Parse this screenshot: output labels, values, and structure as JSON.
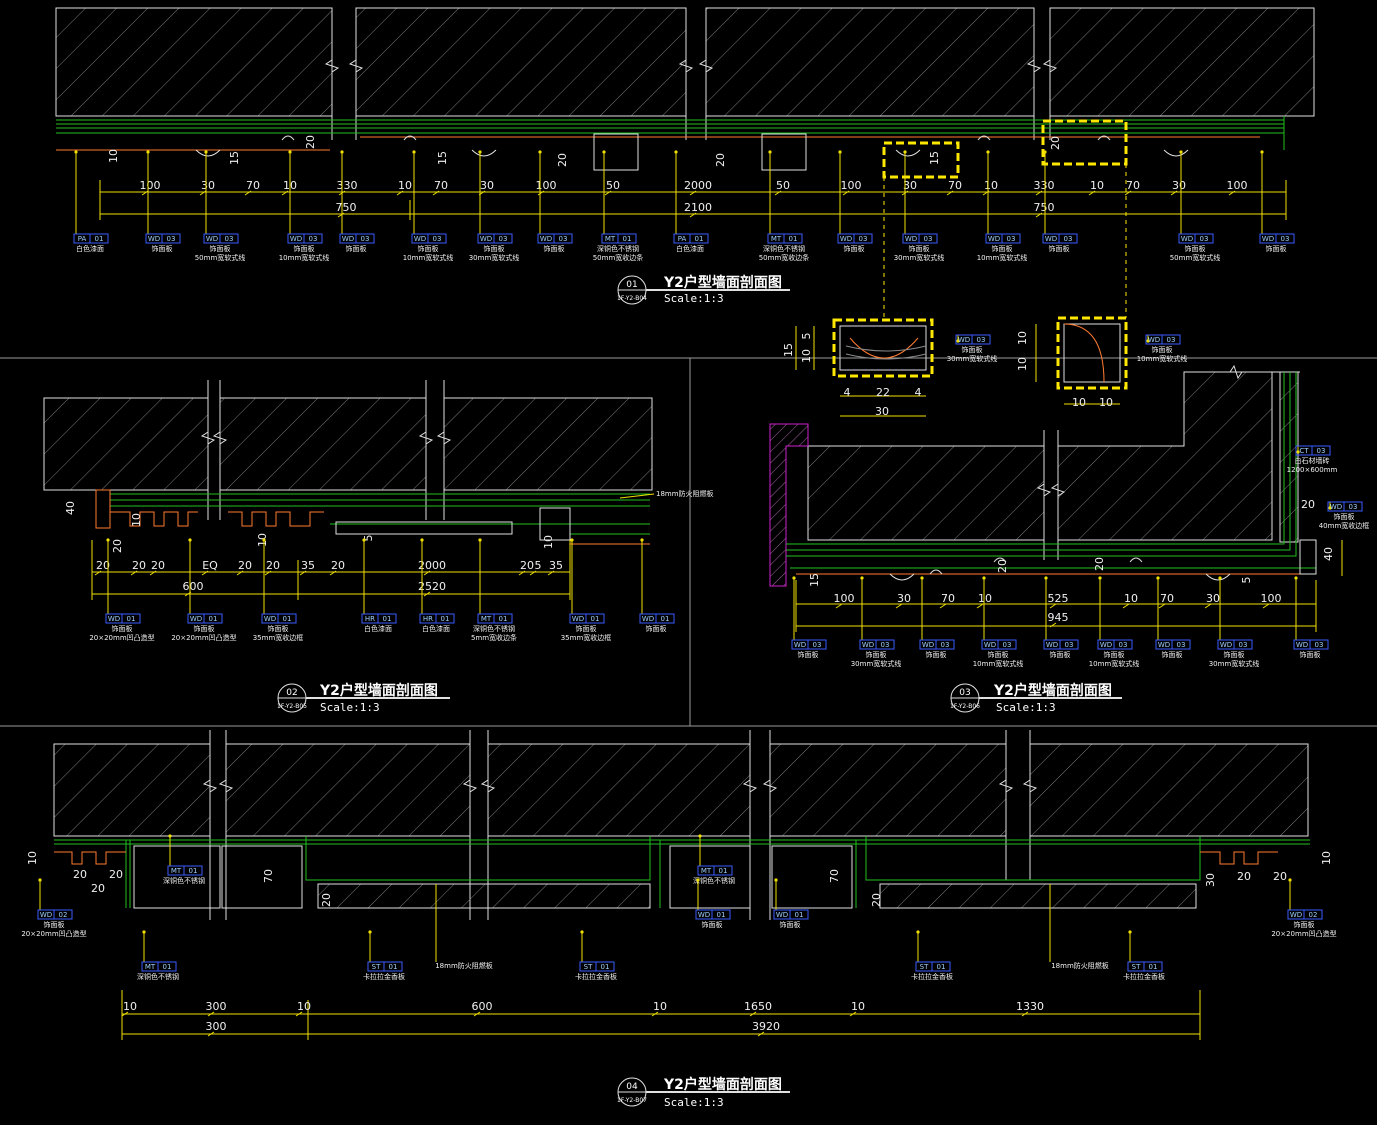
{
  "colors": {
    "background": "#000000",
    "dimension": "#f0e000",
    "text": "#f0f0f0",
    "green": "#20c020",
    "tag": "#3a5cff",
    "highlight": "#ffe800",
    "magenta": "#d020d0",
    "wall": "#d0d0d0",
    "hatch": "#8a8a8a"
  },
  "section1": {
    "title": "Y2户型墙面剖面图",
    "number": "01",
    "ref": "1F-Y2-B04",
    "scale": "Scale:1:3",
    "dims_row1": [
      "100",
      "30",
      "70",
      "10",
      "330",
      "10",
      "70",
      "30",
      "100",
      "50",
      "2000",
      "50",
      "100",
      "30",
      "70",
      "10",
      "330",
      "10",
      "70",
      "30",
      "100"
    ],
    "dims_row2": [
      "750",
      "2100",
      "750"
    ],
    "small_dims": [
      "10",
      "15",
      "20",
      "15",
      "20",
      "20",
      "15",
      "20"
    ],
    "tags": [
      {
        "code": "PA",
        "num": "01",
        "note": "白色漆面"
      },
      {
        "code": "WD",
        "num": "03",
        "note": "饰面板"
      },
      {
        "code": "WD",
        "num": "03",
        "note": "饰面板",
        "note2": "50mm宽软式线"
      },
      {
        "code": "WD",
        "num": "03",
        "note": "饰面板",
        "note2": "10mm宽软式线"
      },
      {
        "code": "WD",
        "num": "03",
        "note": "饰面板"
      },
      {
        "code": "WD",
        "num": "03",
        "note": "饰面板",
        "note2": "10mm宽软式线"
      },
      {
        "code": "WD",
        "num": "03",
        "note": "饰面板",
        "note2": "30mm宽软式线"
      },
      {
        "code": "WD",
        "num": "03",
        "note": "饰面板"
      },
      {
        "code": "MT",
        "num": "01",
        "note": "深铜色不锈钢",
        "note2": "50mm宽收边条"
      },
      {
        "code": "PA",
        "num": "01",
        "note": "白色漆面"
      },
      {
        "code": "MT",
        "num": "01",
        "note": "深铜色不锈钢",
        "note2": "50mm宽收边条"
      },
      {
        "code": "WD",
        "num": "03",
        "note": "饰面板"
      },
      {
        "code": "WD",
        "num": "03",
        "note": "饰面板",
        "note2": "30mm宽软式线"
      },
      {
        "code": "WD",
        "num": "03",
        "note": "饰面板",
        "note2": "10mm宽软式线"
      },
      {
        "code": "WD",
        "num": "03",
        "note": "饰面板"
      },
      {
        "code": "WD",
        "num": "03",
        "note": "饰面板",
        "note2": "50mm宽软式线"
      },
      {
        "code": "WD",
        "num": "03",
        "note": "饰面板"
      }
    ]
  },
  "detail_a": {
    "dims": [
      "15",
      "10",
      "5",
      "4",
      "22",
      "4",
      "30"
    ],
    "tag": {
      "code": "WD",
      "num": "03",
      "note": "饰面板",
      "note2": "30mm宽软式线"
    }
  },
  "detail_b": {
    "dims": [
      "10",
      "10",
      "10",
      "10"
    ],
    "tag": {
      "code": "WD",
      "num": "03",
      "note": "饰面板",
      "note2": "10mm宽软式线"
    }
  },
  "section2": {
    "title": "Y2户型墙面剖面图",
    "number": "02",
    "ref": "1F-Y2-B05",
    "scale": "Scale:1:3",
    "dims_row1": [
      "20",
      "20",
      "20",
      "EQ",
      "20",
      "20",
      "35",
      "20",
      "2000",
      "20",
      "5",
      "35"
    ],
    "dims_row2": [
      "600",
      "2520"
    ],
    "small_dims": [
      "40",
      "10",
      "20",
      "10",
      "5",
      "10"
    ],
    "top_note": "18mm防火阻燃板",
    "tags": [
      {
        "code": "WD",
        "num": "01",
        "note": "饰面板",
        "note2": "20×20mm凹凸造型"
      },
      {
        "code": "WD",
        "num": "01",
        "note": "饰面板",
        "note2": "20×20mm凹凸造型"
      },
      {
        "code": "WD",
        "num": "01",
        "note": "饰面板",
        "note2": "35mm宽收边框"
      },
      {
        "code": "HR",
        "num": "01",
        "note": "白色漆面"
      },
      {
        "code": "HR",
        "num": "01",
        "note": "白色漆面"
      },
      {
        "code": "MT",
        "num": "01",
        "note": "深铜色不锈钢",
        "note2": "5mm宽收边条"
      },
      {
        "code": "WD",
        "num": "01",
        "note": "饰面板",
        "note2": "35mm宽收边框"
      },
      {
        "code": "WD",
        "num": "01",
        "note": "饰面板"
      }
    ]
  },
  "section3": {
    "title": "Y2户型墙面剖面图",
    "number": "03",
    "ref": "1F-Y2-B06",
    "scale": "Scale:1:3",
    "dims_row1": [
      "100",
      "30",
      "70",
      "10",
      "525",
      "10",
      "70",
      "30",
      "100"
    ],
    "dims_row2": [
      "945"
    ],
    "small_dims": [
      "15",
      "20",
      "20",
      "5",
      "20",
      "40"
    ],
    "side_tag": {
      "code": "CT",
      "num": "03",
      "note": "白石材墙砖",
      "note2": "1200×600mm"
    },
    "side_tag2": {
      "code": "WD",
      "num": "03",
      "note": "饰面板",
      "note2": "40mm宽收边框"
    },
    "tags": [
      {
        "code": "WD",
        "num": "03",
        "note": "饰面板"
      },
      {
        "code": "WD",
        "num": "03",
        "note": "饰面板",
        "note2": "30mm宽软式线"
      },
      {
        "code": "WD",
        "num": "03",
        "note": "饰面板"
      },
      {
        "code": "WD",
        "num": "03",
        "note": "饰面板",
        "note2": "10mm宽软式线"
      },
      {
        "code": "WD",
        "num": "03",
        "note": "饰面板"
      },
      {
        "code": "WD",
        "num": "03",
        "note": "饰面板",
        "note2": "10mm宽软式线"
      },
      {
        "code": "WD",
        "num": "03",
        "note": "饰面板"
      },
      {
        "code": "WD",
        "num": "03",
        "note": "饰面板",
        "note2": "30mm宽软式线"
      },
      {
        "code": "WD",
        "num": "03",
        "note": "饰面板"
      }
    ]
  },
  "section4": {
    "title": "Y2户型墙面剖面图",
    "number": "04",
    "ref": "1F-Y2-B07",
    "scale": "Scale:1:3",
    "dims_row1": [
      "10",
      "300",
      "10",
      "600",
      "10",
      "1650",
      "10",
      "1330"
    ],
    "dims_row2": [
      "300",
      "3920"
    ],
    "small_dims": [
      "10",
      "20",
      "20",
      "20",
      "70",
      "20",
      "70",
      "20",
      "30",
      "20",
      "20",
      "10"
    ],
    "notes": [
      "18mm防火阻燃板",
      "18mm防火阻燃板"
    ],
    "tags": [
      {
        "code": "WD",
        "num": "02",
        "note": "饰面板",
        "note2": "20×20mm凹凸造型"
      },
      {
        "code": "MT",
        "num": "01",
        "note": "深铜色不锈钢"
      },
      {
        "code": "MT",
        "num": "01",
        "note": "深铜色不锈钢"
      },
      {
        "code": "ST",
        "num": "01",
        "note": "卡拉拉金香板"
      },
      {
        "code": "ST",
        "num": "01",
        "note": "卡拉拉金香板"
      },
      {
        "code": "MT",
        "num": "01",
        "note": "深铜色不锈钢"
      },
      {
        "code": "WD",
        "num": "01",
        "note": "饰面板"
      },
      {
        "code": "WD",
        "num": "01",
        "note": "饰面板"
      },
      {
        "code": "ST",
        "num": "01",
        "note": "卡拉拉金香板"
      },
      {
        "code": "ST",
        "num": "01",
        "note": "卡拉拉金香板"
      },
      {
        "code": "WD",
        "num": "02",
        "note": "饰面板",
        "note2": "20×20mm凹凸造型"
      }
    ]
  }
}
